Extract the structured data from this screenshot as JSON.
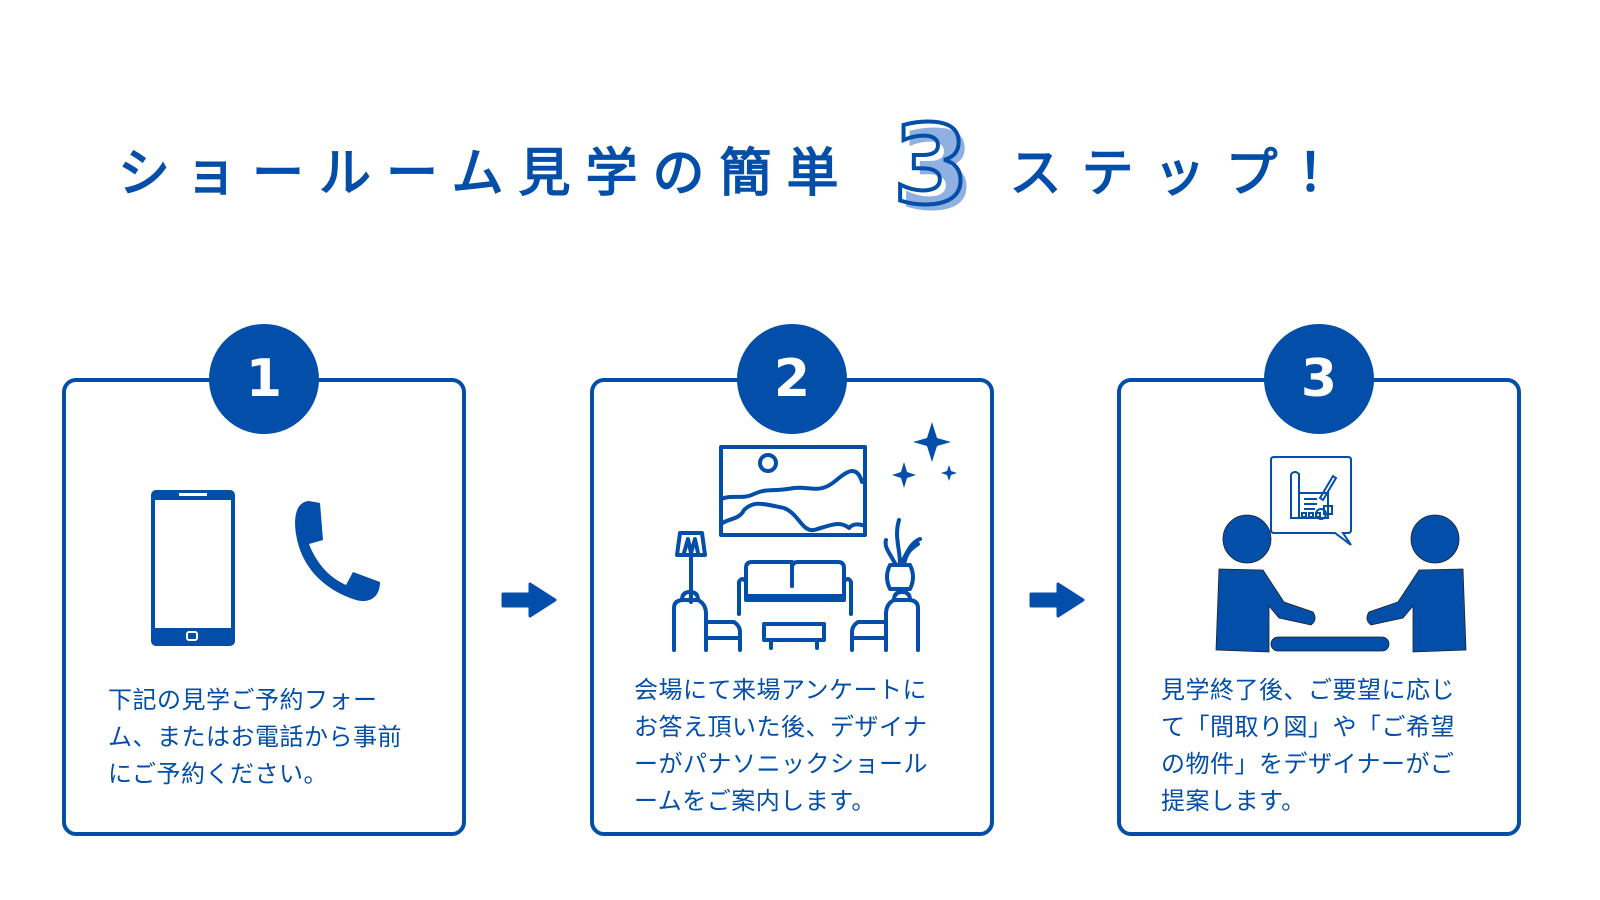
{
  "colors": {
    "brand": "#034ea9",
    "accent_light": "#8fb0e0",
    "background": "#ffffff"
  },
  "header": {
    "title_part1": "ショールーム見学の簡単",
    "title_number": "3",
    "title_part2": "ステップ！"
  },
  "steps": [
    {
      "number": "1",
      "icons": [
        "smartphone-icon",
        "phone-handset-icon"
      ],
      "description": "下記の見学ご予約フォー\nム、またはお電話から事前\nにご予約ください。"
    },
    {
      "number": "2",
      "icons": [
        "living-room-icon",
        "sparkle-icon"
      ],
      "description": "会場にて来場アンケートに\nお答え頂いた後、デザイナ\nーがパナソニックショール\nームをご案内します。"
    },
    {
      "number": "3",
      "icons": [
        "consultation-icon",
        "blueprint-speech-bubble-icon"
      ],
      "description": "見学終了後、ご要望に応じ\nて「間取り図」や「ご希望\nの物件」をデザイナーがご\n提案します。"
    }
  ],
  "arrows": [
    "arrow-right-icon",
    "arrow-right-icon"
  ]
}
